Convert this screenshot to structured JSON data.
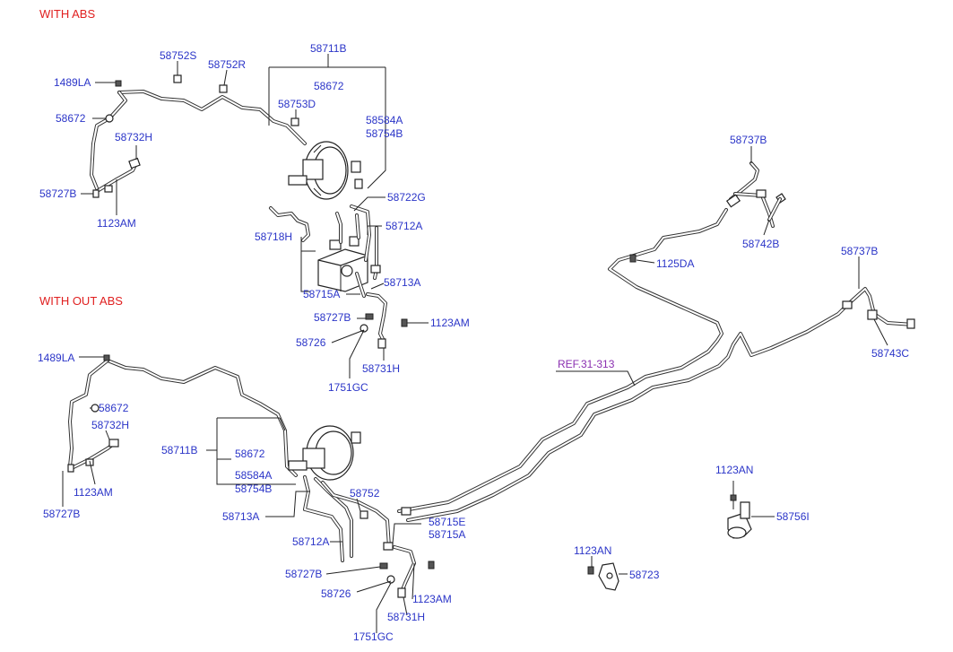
{
  "headers": {
    "with_abs": "WITH ABS",
    "without_abs": "WITH OUT  ABS"
  },
  "reference": "REF.31-313",
  "labels": {
    "a_1489LA": "1489LA",
    "a_58752S": "58752S",
    "a_58752R": "58752R",
    "a_58711B": "58711B",
    "a_58672_top": "58672",
    "a_58672_left": "58672",
    "a_58753D": "58753D",
    "a_58584A": "58584A",
    "a_58754B": "58754B",
    "a_58732H": "58732H",
    "a_58727B_left": "58727B",
    "a_1123AM_left": "1123AM",
    "a_58722G": "58722G",
    "a_58712A": "58712A",
    "a_58718H": "58718H",
    "a_58713A": "58713A",
    "a_58715A": "58715A",
    "a_58727B_mid": "58727B",
    "a_1123AM_mid": "1123AM",
    "a_58726": "58726",
    "a_58731H": "58731H",
    "a_1751GC": "1751GC",
    "r_58737B_top": "58737B",
    "r_58742B": "58742B",
    "r_1125DA": "1125DA",
    "r_58737B_right": "58737B",
    "r_58743C": "58743C",
    "b_1489LA": "1489LA",
    "b_58672_top": "58672",
    "b_58732H": "58732H",
    "b_1123AM_left": "1123AM",
    "b_58727B_left": "58727B",
    "b_58711B": "58711B",
    "b_58672_box": "58672",
    "b_58584A": "58584A",
    "b_58754B": "58754B",
    "b_58752": "58752",
    "b_58713A": "58713A",
    "b_58715E": "58715E",
    "b_58715A": "58715A",
    "b_58712A": "58712A",
    "b_58727B_mid": "58727B",
    "b_58726": "58726",
    "b_1123AM_mid": "1123AM",
    "b_58731H": "58731H",
    "b_1751GC": "1751GC",
    "c_1123AN_top": "1123AN",
    "c_58756I": "58756I",
    "c_1123AN_bottom": "1123AN",
    "c_58723": "58723"
  }
}
